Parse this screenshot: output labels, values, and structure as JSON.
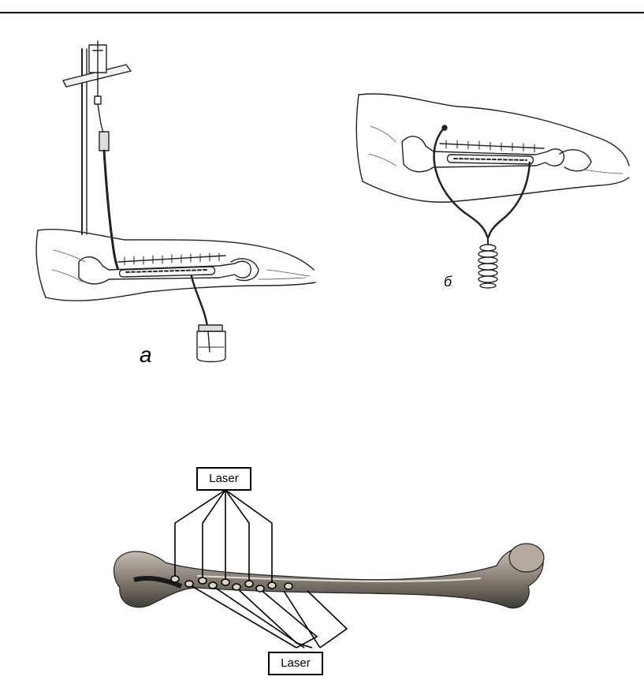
{
  "figure_a": {
    "label": "а"
  },
  "figure_b": {
    "label": "б"
  },
  "figure_c": {
    "laser_top_label": "Laser",
    "laser_bottom_label": "Laser"
  }
}
